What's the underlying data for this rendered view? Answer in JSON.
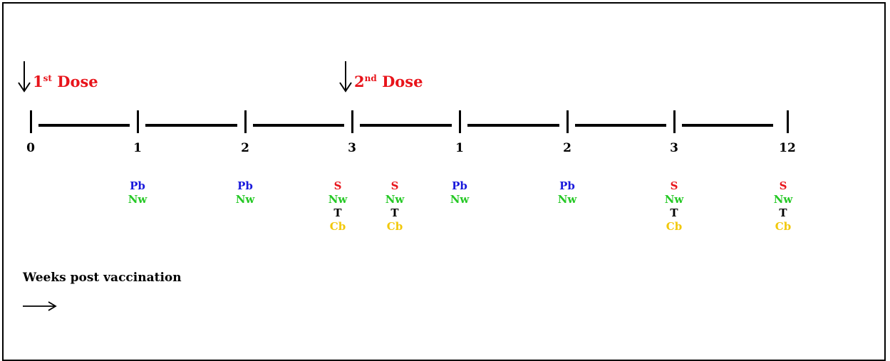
{
  "colors": {
    "dose": "#e8141b",
    "Pb": "#1a1adc",
    "Nw": "#26c826",
    "T": "#000000",
    "S": "#e8141b",
    "Cb": "#f2c80a"
  },
  "doses": [
    {
      "ordinal": "1",
      "suffix": "st",
      "label": "Dose",
      "tick_index": 0
    },
    {
      "ordinal": "2",
      "suffix": "nd",
      "label": "Dose",
      "tick_index": 3
    }
  ],
  "timeline": {
    "tick_labels": [
      "0",
      "1",
      "2",
      "3",
      "1",
      "2",
      "3",
      "12"
    ]
  },
  "samples": [
    {
      "after_tick": 1,
      "offset": 0,
      "items": [
        "Pb",
        "Nw"
      ]
    },
    {
      "after_tick": 2,
      "offset": 0,
      "items": [
        "Pb",
        "Nw"
      ]
    },
    {
      "after_tick": 3,
      "offset": -20,
      "items": [
        "S",
        "Nw",
        "T",
        "Cb"
      ]
    },
    {
      "after_tick": 3,
      "offset": 60,
      "items": [
        "S",
        "Nw",
        "T",
        "Cb"
      ]
    },
    {
      "after_tick": 4,
      "offset": 0,
      "items": [
        "Pb",
        "Nw"
      ]
    },
    {
      "after_tick": 5,
      "offset": 0,
      "items": [
        "Pb",
        "Nw"
      ]
    },
    {
      "after_tick": 6,
      "offset": 0,
      "items": [
        "S",
        "Nw",
        "T",
        "Cb"
      ]
    },
    {
      "after_tick": 7,
      "offset": -6,
      "items": [
        "S",
        "Nw",
        "T",
        "Cb"
      ]
    }
  ],
  "caption": "Weeks post vaccination"
}
